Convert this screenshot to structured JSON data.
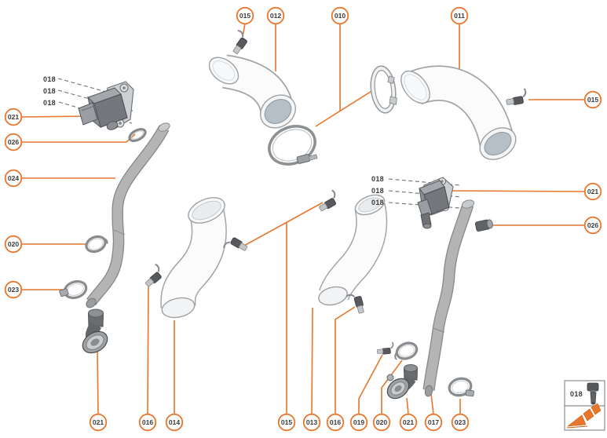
{
  "colors": {
    "accent": "#E8762C",
    "label_text": "#3A3A3A",
    "dash_line": "#6E7174",
    "part_outline": "#9EA1A4",
    "hose_fill": "#B4B4B4",
    "dark_part": "#5B5E61"
  },
  "callouts": [
    {
      "slot": "top-1",
      "text": "015"
    },
    {
      "slot": "top-2",
      "text": "012"
    },
    {
      "slot": "top-3",
      "text": "010"
    },
    {
      "slot": "top-4",
      "text": "011"
    },
    {
      "slot": "right-1",
      "text": "015"
    },
    {
      "slot": "right-2",
      "text": "021"
    },
    {
      "slot": "right-3",
      "text": "026"
    },
    {
      "slot": "left-1",
      "text": "021"
    },
    {
      "slot": "left-2",
      "text": "026"
    },
    {
      "slot": "left-3",
      "text": "024"
    },
    {
      "slot": "left-4",
      "text": "020"
    },
    {
      "slot": "left-5",
      "text": "023"
    },
    {
      "slot": "bottom-1",
      "text": "021"
    },
    {
      "slot": "bottom-2",
      "text": "016"
    },
    {
      "slot": "bottom-3",
      "text": "014"
    },
    {
      "slot": "bottom-4",
      "text": "015"
    },
    {
      "slot": "bottom-5",
      "text": "013"
    },
    {
      "slot": "bottom-6",
      "text": "016"
    },
    {
      "slot": "bottom-7",
      "text": "019"
    },
    {
      "slot": "bottom-8",
      "text": "020"
    },
    {
      "slot": "bottom-9",
      "text": "021"
    },
    {
      "slot": "bottom-10",
      "text": "017"
    },
    {
      "slot": "bottom-11",
      "text": "023"
    }
  ],
  "fastener_labels": [
    {
      "text": "018"
    },
    {
      "text": "018"
    },
    {
      "text": "018"
    },
    {
      "text": "018"
    },
    {
      "text": "018"
    },
    {
      "text": "018"
    }
  ],
  "legend": {
    "ref_text": "018"
  }
}
